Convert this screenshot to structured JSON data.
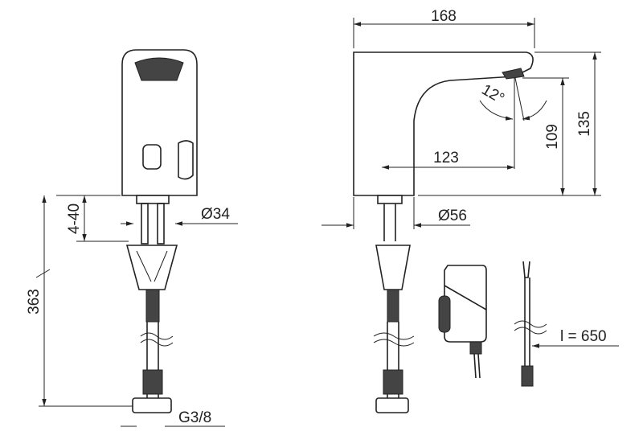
{
  "front_view": {
    "dim_range": "4-40",
    "dim_height": "363",
    "dim_diameter": "Ø34",
    "dim_thread": "G3/8"
  },
  "side_view": {
    "dim_length": "168",
    "dim_height_total": "135",
    "dim_height_outlet": "109",
    "dim_reach": "123",
    "dim_angle": "12°",
    "dim_diameter": "Ø56"
  },
  "cable": {
    "dim_length": "l = 650"
  }
}
